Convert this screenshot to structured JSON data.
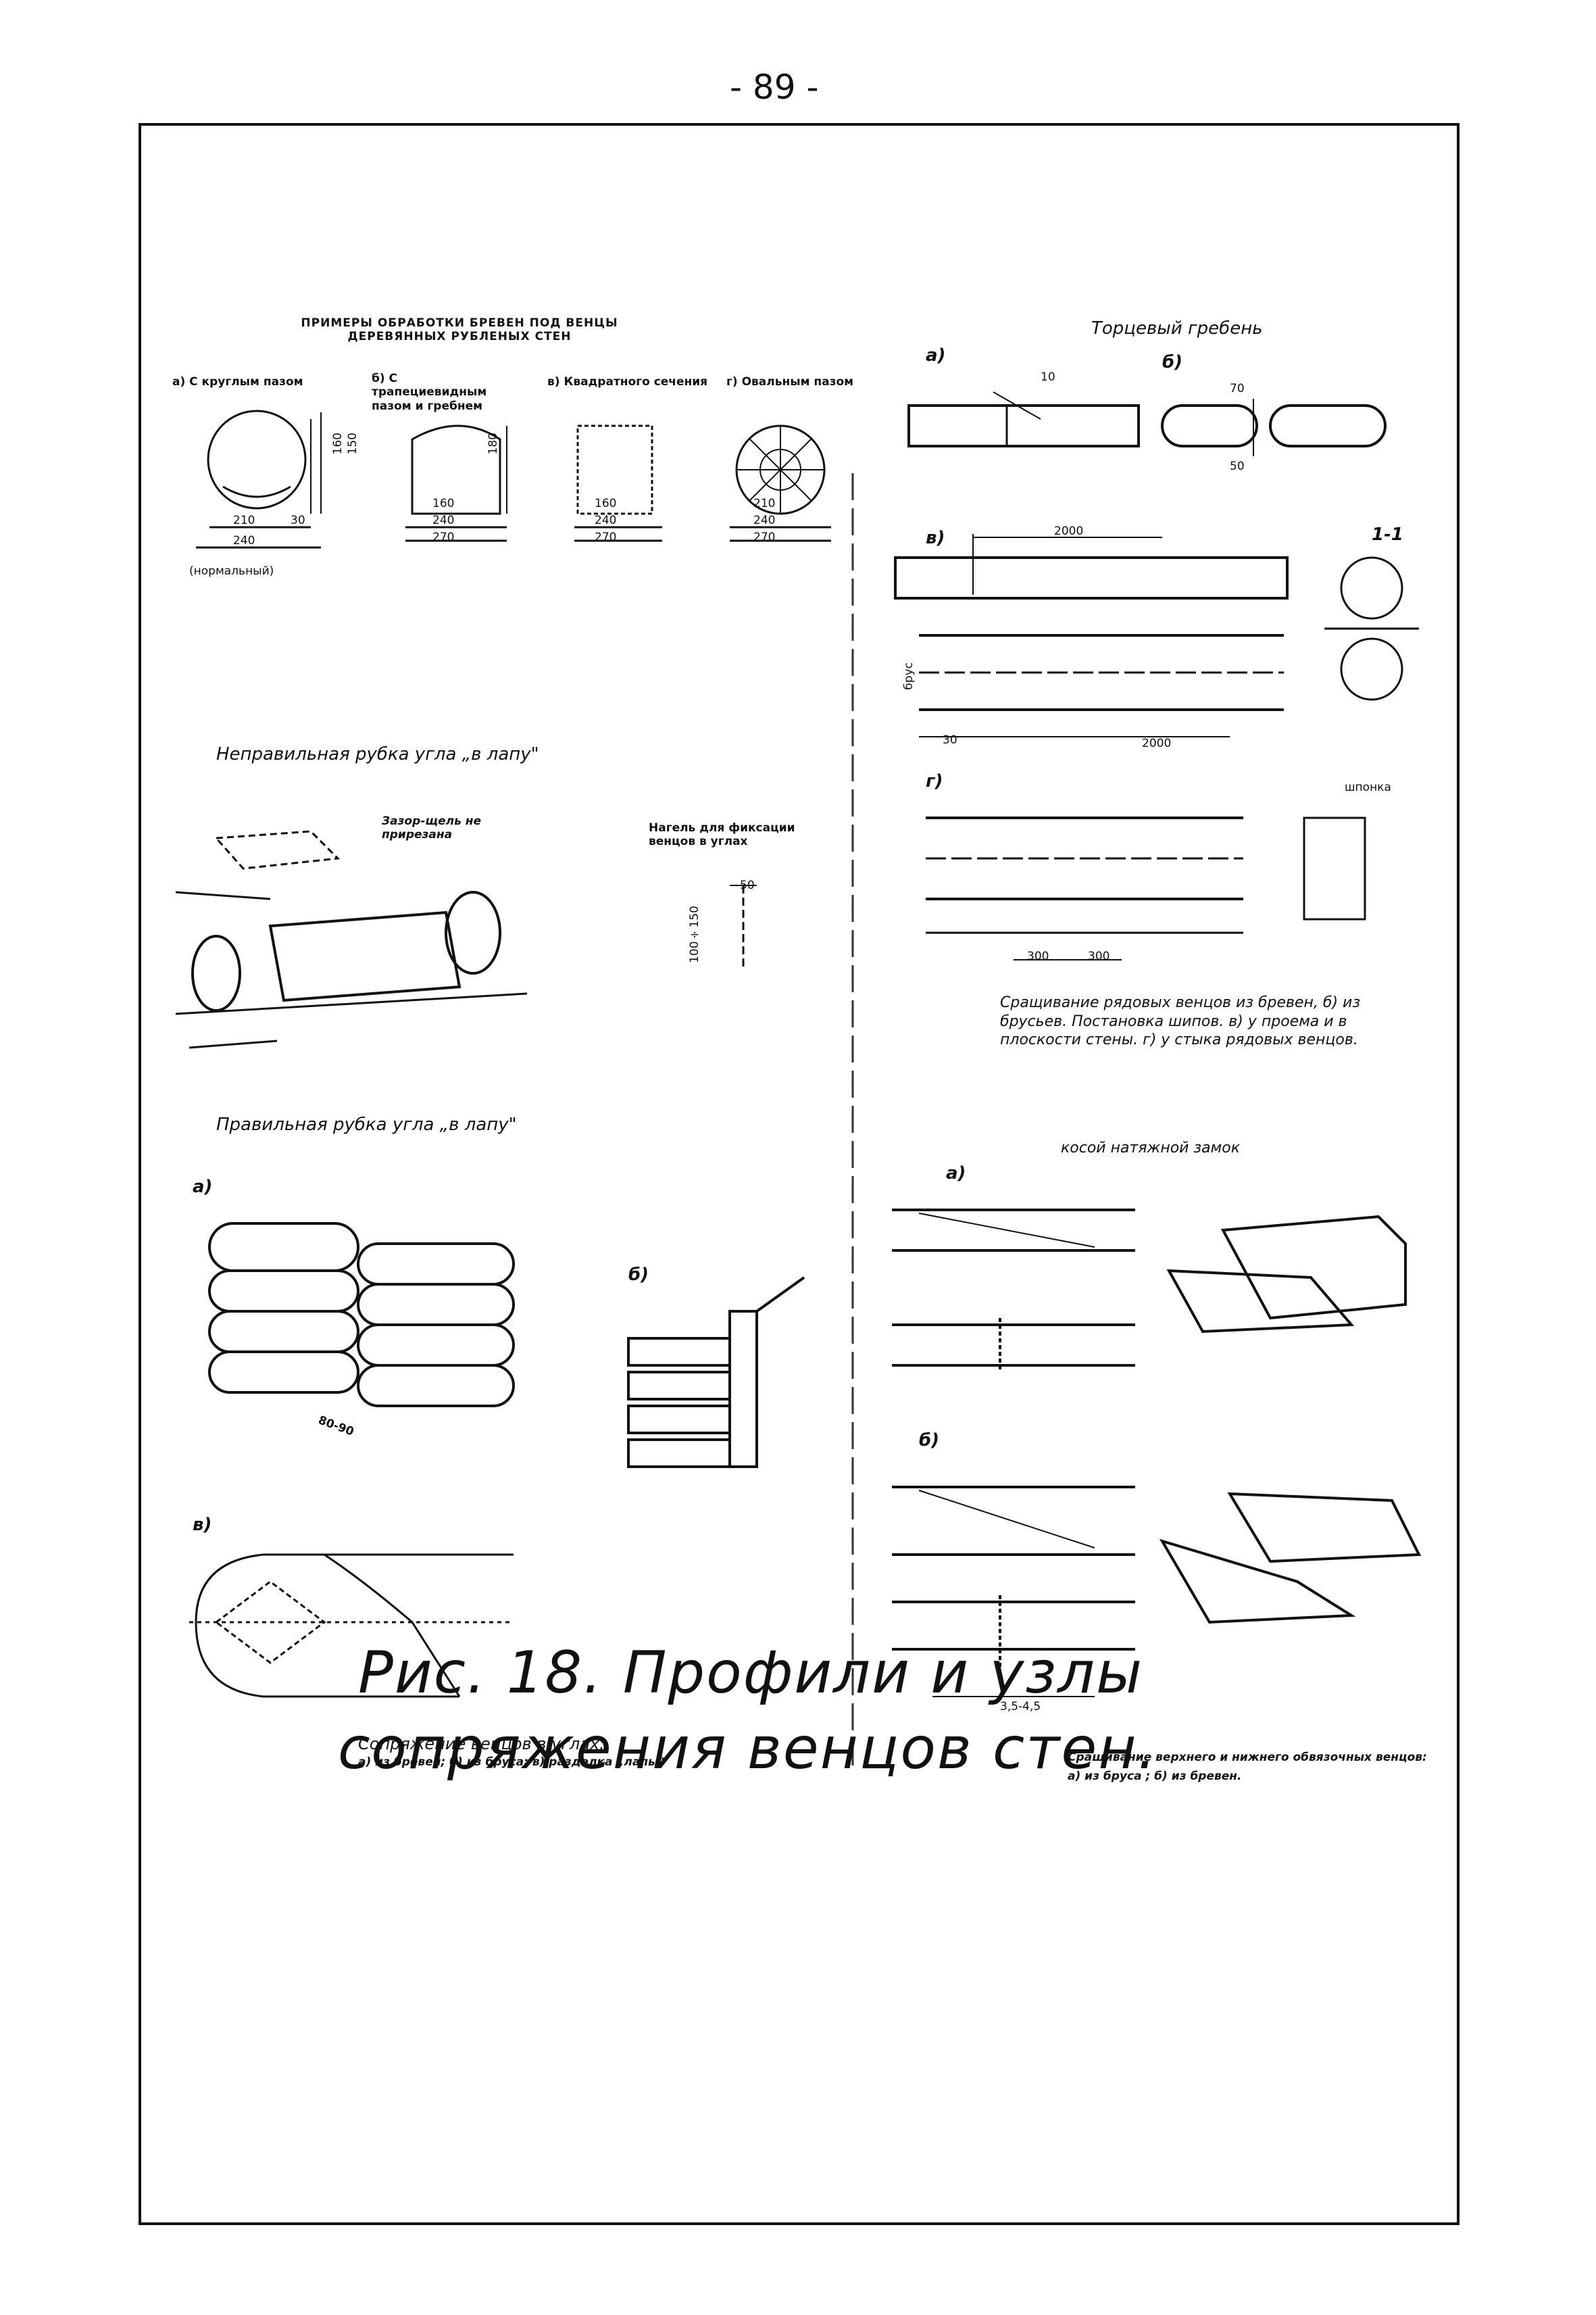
{
  "page_number": "- 89 -",
  "figure": {
    "title_line1": "Рис. 18. Профили и узлы",
    "title_line2": "сопряжения венцов стен."
  },
  "profiles": {
    "heading": "ПРИМЕРЫ ОБРАБОТКИ БРЕВЕН ПОД ВЕНЦЫ ДЕРЕВЯННЫХ РУБЛЕНЫХ СТЕН",
    "a_label": "а) С круглым пазом",
    "b_label": "б) С трапециевидным пазом и гребнем",
    "v_label": "в) Квадратного сечения",
    "g_label": "г) Овальным пазом",
    "a_dims": [
      "210",
      "240",
      "160",
      "150",
      "30"
    ],
    "a_note": "(нормальный)",
    "b_dims": [
      "160",
      "240",
      "270",
      "180"
    ],
    "v_dims": [
      "160",
      "240",
      "270"
    ],
    "g_dims": [
      "210",
      "240",
      "270"
    ]
  },
  "tongue": {
    "heading": "Торцевый гребень",
    "a": "а)",
    "b": "б)",
    "dims": [
      "10",
      "70",
      "50"
    ]
  },
  "beam_joint": {
    "v": "в)",
    "g": "г)",
    "section": "1-1",
    "dims": [
      "2000",
      "2000",
      "30",
      "300",
      "300"
    ],
    "side_label": "брус",
    "shponka": "шпонка",
    "caption": "Сращивание рядовых венцов из бревен, б) из брусьев. Постановка шипов. в) у проема и в плоскости стены. г) у стыка рядовых венцов."
  },
  "wrong_corner": {
    "caption": "Неправильная рубка угла „в лапу\"",
    "gap_label": "Зазор-щель не прирезана"
  },
  "dowel": {
    "caption": "Нагель для фиксации венцов в углах",
    "dims": [
      "50",
      "100÷150"
    ]
  },
  "right_corner": {
    "caption": "Правильная рубка угла „в лапу\"",
    "a": "а)",
    "b": "б)",
    "v": "в)",
    "dim": "80-90"
  },
  "lock": {
    "heading": "косой натяжной замок",
    "a": "а)",
    "b": "б)",
    "dim": "3,5-4,5"
  },
  "caption_left": {
    "line1": "Сопряжение венцов в углах:",
    "line2": "а) из бревен; б) из бруса; в) разделка „лапы\""
  },
  "caption_right": {
    "line1": "Сращивание верхнего и нижнего обвязочных венцов:",
    "line2": "а) из бруса ; б) из бревен."
  }
}
